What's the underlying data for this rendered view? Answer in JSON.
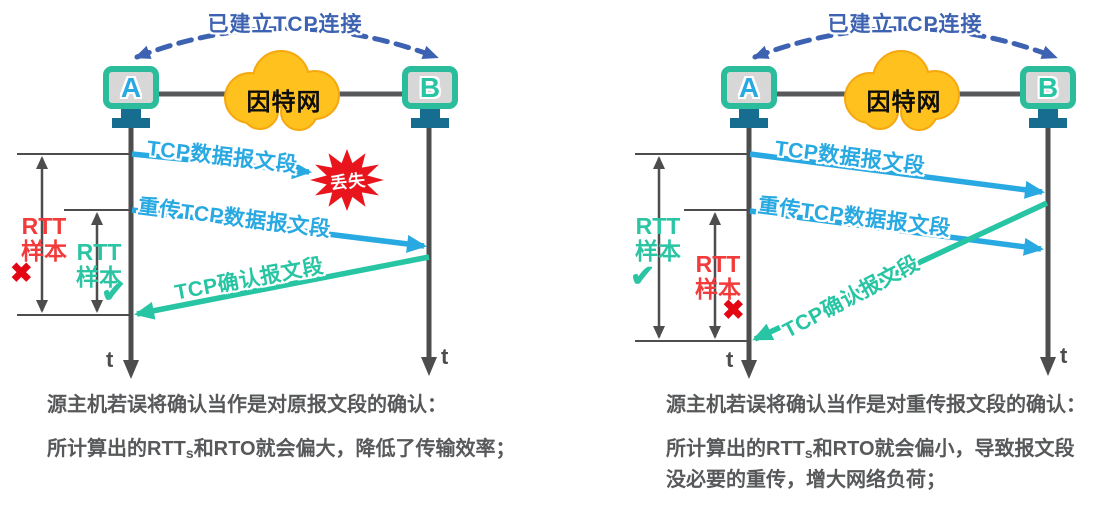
{
  "colors": {
    "arrow_blue": "#29A9E1",
    "arrow_green": "#27C5A3",
    "burst_red": "#E8151D",
    "cross_red": "#E30613",
    "rtt_red_text": "#F23B3B",
    "line_gray": "#4D4D4D",
    "caption_gray": "#57585A",
    "arc_blue": "#3E62B2",
    "cloud_fill": "#FFC11E",
    "cloud_stroke": "#F5A810",
    "monitor_border": "#2BBD9B",
    "stand_teal": "#176D8F"
  },
  "panels": [
    {
      "connection_label": "已建立TCP连接",
      "internet_label": "因特网",
      "host_a": "A",
      "host_b": "B",
      "arrow_data": "TCP数据报文段",
      "arrow_retrans": "重传TCP数据报文段",
      "arrow_ack": "TCP确认报文段",
      "lost_label": "丢失",
      "rtt_outer_line1": "RTT",
      "rtt_outer_line2": "样本",
      "rtt_outer_mark": "✖",
      "rtt_inner_line1": "RTT",
      "rtt_inner_line2": "样本",
      "rtt_inner_mark": "✔",
      "t_left": "t",
      "t_right": "t",
      "caption1": "源主机若误将确认当作是对原报文段的确认：",
      "caption2_pre": "所计算出的RTT",
      "caption2_sub": "s",
      "caption2_post": "和RTO就会偏大，降低了传输效率；"
    },
    {
      "connection_label": "已建立TCP连接",
      "internet_label": "因特网",
      "host_a": "A",
      "host_b": "B",
      "arrow_data": "TCP数据报文段",
      "arrow_retrans": "重传TCP数据报文段",
      "arrow_ack": "TCP确认报文段",
      "rtt_outer_line1": "RTT",
      "rtt_outer_line2": "样本",
      "rtt_outer_mark": "✔",
      "rtt_inner_line1": "RTT",
      "rtt_inner_line2": "样本",
      "rtt_inner_mark": "✖",
      "t_left": "t",
      "t_right": "t",
      "caption1": "源主机若误将确认当作是对重传报文段的确认：",
      "caption2_pre": "所计算出的RTT",
      "caption2_sub": "s",
      "caption2_post": "和RTO就会偏小，导致报文段\n没必要的重传，增大网络负荷；"
    }
  ]
}
